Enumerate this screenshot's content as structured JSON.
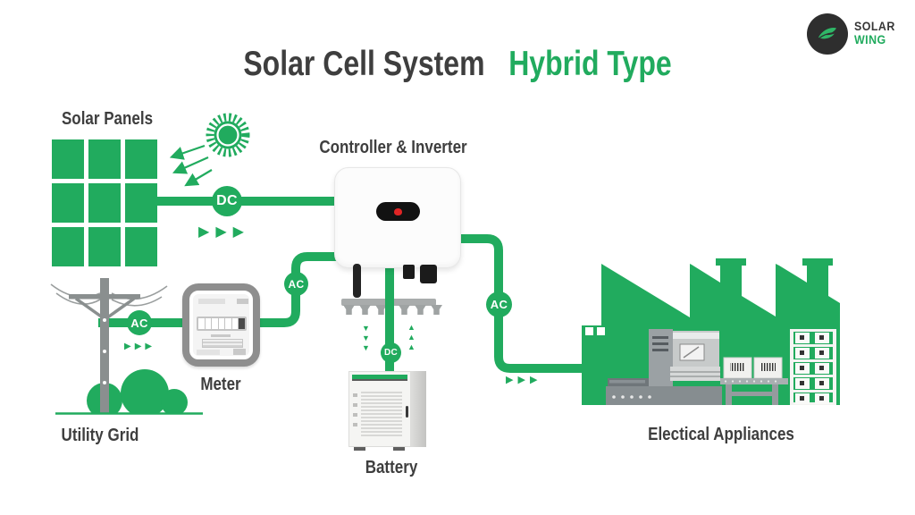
{
  "title": {
    "main": "Solar Cell System",
    "accent": "Hybrid Type"
  },
  "logo": {
    "name_top": "SOLAR",
    "name_bottom": "WING"
  },
  "components": {
    "solar_panels": {
      "label": "Solar Panels"
    },
    "controller_inverter": {
      "label": "Controller & Inverter"
    },
    "meter": {
      "label": "Meter"
    },
    "utility_grid": {
      "label": "Utility Grid"
    },
    "battery": {
      "label": "Battery"
    },
    "appliances": {
      "label": "Electical Appliances"
    }
  },
  "flow_badges": [
    {
      "id": "dc-solar-to-inverter",
      "label": "DC"
    },
    {
      "id": "ac-grid-to-meter",
      "label": "AC"
    },
    {
      "id": "ac-meter-to-inverter",
      "label": "AC"
    },
    {
      "id": "ac-inverter-to-load",
      "label": "AC"
    },
    {
      "id": "dc-inverter-to-battery",
      "label": "DC"
    }
  ],
  "icons": {
    "arrow_right": "▶",
    "arrow_down": "▼",
    "arrow_up": "▲"
  },
  "colors": {
    "green": "#21AB5E",
    "dark_text": "#3E3E3E",
    "gray": "#8E8E8E"
  }
}
